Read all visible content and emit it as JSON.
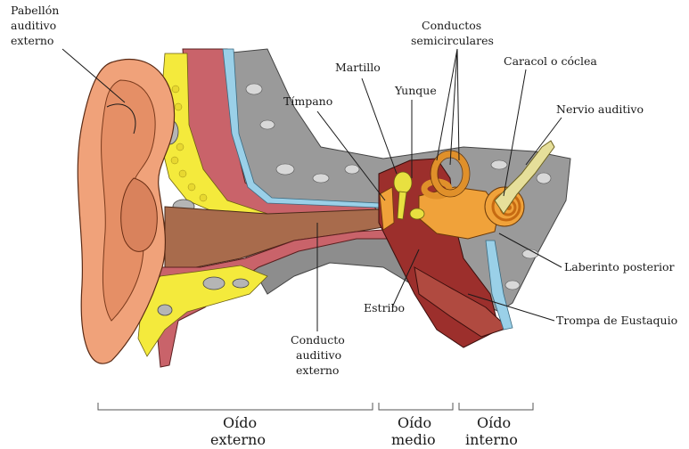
{
  "labels": {
    "pabellon": [
      "Pabellón",
      "auditivo",
      "externo"
    ],
    "conductos": [
      "Conductos",
      "semicirculares"
    ],
    "martillo": "Martillo",
    "caracol": "Caracol o cóclea",
    "timpano": "Tímpano",
    "yunque": "Yunque",
    "nervio": "Nervio auditivo",
    "laberinto": "Laberinto posterior",
    "estribo": "Estribo",
    "trompa": "Trompa de Eustaquio",
    "conducto_auditivo": [
      "Conducto",
      "auditivo",
      "externo"
    ]
  },
  "sections": {
    "externo": [
      "Oído",
      "externo"
    ],
    "medio": [
      "Oído",
      "medio"
    ],
    "interno": [
      "Oído",
      "interno"
    ]
  },
  "colors": {
    "skin": "#f0a27a",
    "skin_dark": "#d9825c",
    "bone": "#9a9a9a",
    "fat": "#f4ea3c",
    "muscle": "#c9636a",
    "canal": "#a86b4c",
    "cavity": "#9c2f2c",
    "cochlea": "#f0a23a",
    "blue": "#9ad0e8"
  }
}
